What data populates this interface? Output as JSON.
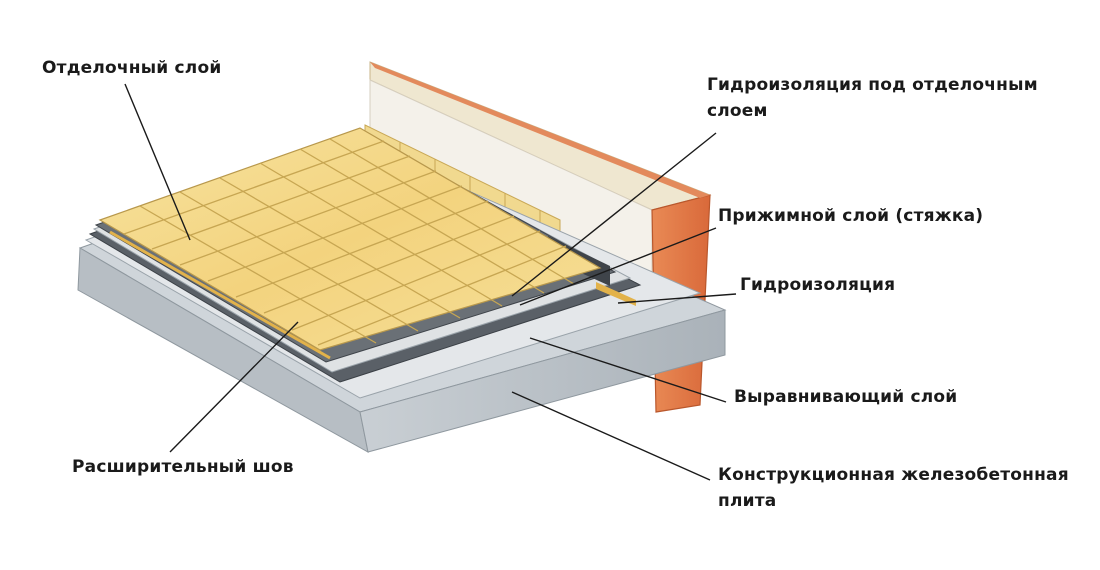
{
  "labels": {
    "finish_layer": "Отделочный слой",
    "waterproofing_under_finish_1": "Гидроизоляция под отделочным",
    "waterproofing_under_finish_2": "слоем",
    "pressure_layer": "Прижимной слой (стяжка)",
    "waterproofing": "Гидроизоляция",
    "leveling_layer": "Выравнивающий слой",
    "expansion_joint": "Расширительный шов",
    "slab_1": "Конструкционная железобетонная",
    "slab_2": "плита"
  },
  "colors": {
    "tile": "#f5d98b",
    "tile_grout": "#c9a856",
    "wall_side": "#e07845",
    "wall_face": "#f2efe6",
    "slab": "#b9c0c6",
    "membrane_dark": "#4a4f55",
    "screed": "#d9dde0",
    "leader": "#1a1a1a"
  }
}
